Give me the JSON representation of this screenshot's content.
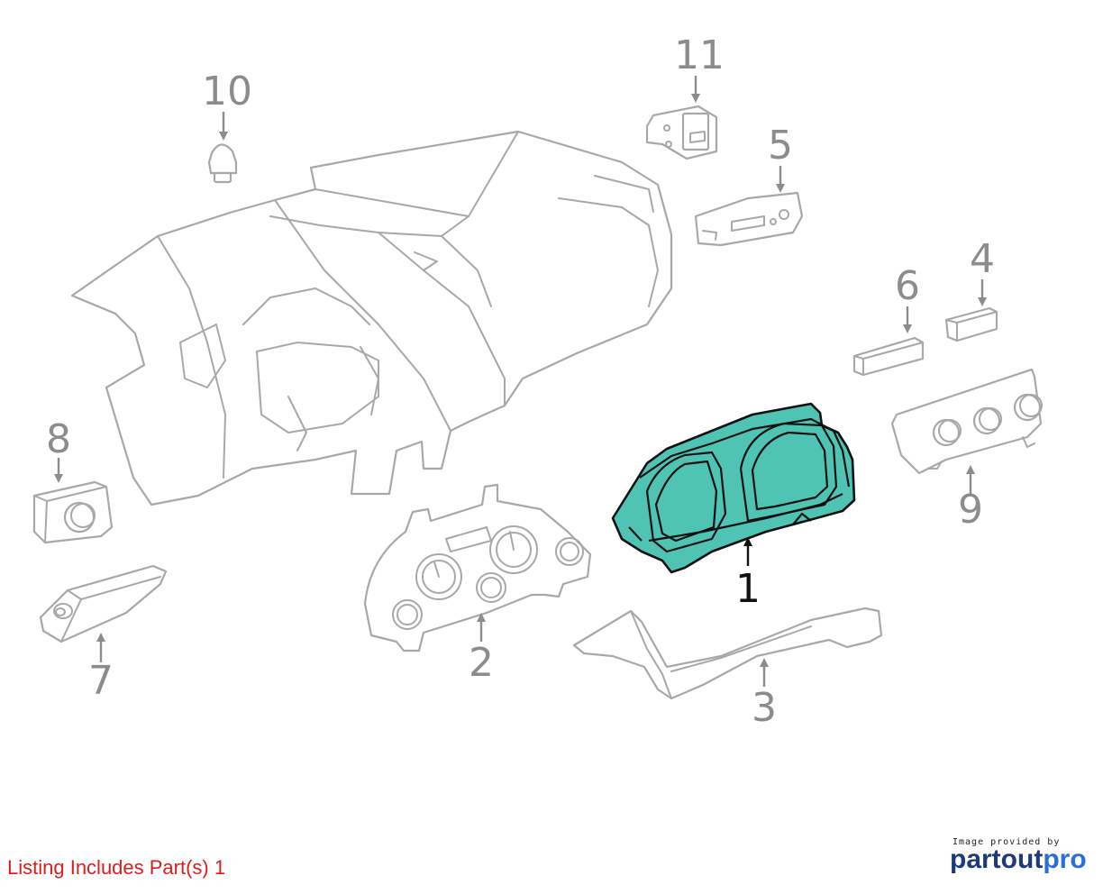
{
  "callouts": {
    "c1": "1",
    "c2": "2",
    "c3": "3",
    "c4": "4",
    "c5": "5",
    "c6": "6",
    "c7": "7",
    "c8": "8",
    "c9": "9",
    "c10": "10",
    "c11": "11"
  },
  "highlighted_part": "1",
  "colors": {
    "highlight_fill": "#4fc4b4",
    "part_stroke": "#a8a8a8",
    "label_gray": "#8c8c8c",
    "listing_red": "#e01b1b"
  },
  "listing_text": "Listing Includes Part(s) 1",
  "branding": {
    "caption": "Image provided by",
    "name_part1": "partout",
    "name_part2": "pro"
  }
}
